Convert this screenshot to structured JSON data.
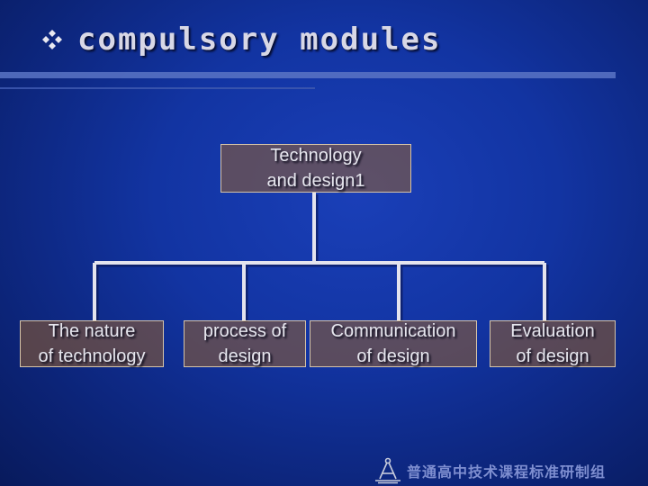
{
  "slide": {
    "title": "compulsory modules",
    "bullet_icon": "four-diamond-bullet-icon",
    "accent": "#5a74c4",
    "box_fill": "#8a5a28"
  },
  "diagram": {
    "root": {
      "line1": "Technology",
      "line2": "and design1"
    },
    "children": [
      {
        "line1": "The nature",
        "line2": "of technology"
      },
      {
        "line1": "process  of",
        "line2": "design"
      },
      {
        "line1": "Communication",
        "line2": "of design"
      },
      {
        "line1": "Evaluation",
        "line2": "of design"
      }
    ]
  },
  "footer": {
    "text": "普通高中技术课程标准研制组",
    "logo_icon": "compass-logo-icon"
  }
}
